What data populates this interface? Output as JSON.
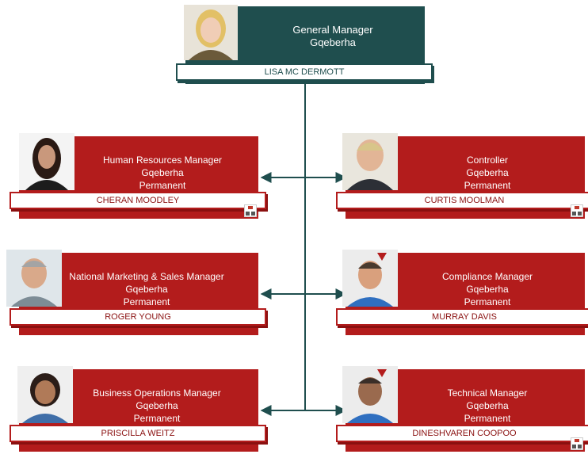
{
  "top": {
    "title": "General Manager",
    "location": "Gqeberha",
    "name": "LISA MC DERMOTT"
  },
  "left": [
    {
      "title": "Human Resources Manager",
      "location": "Gqeberha",
      "status": "Permanent",
      "name": "CHERAN MOODLEY"
    },
    {
      "title": "National Marketing & Sales Manager",
      "location": "Gqeberha",
      "status": "Permanent",
      "name": "ROGER YOUNG"
    },
    {
      "title": "Business Operations Manager",
      "location": "Gqeberha",
      "status": "Permanent",
      "name": "PRISCILLA WEITZ"
    }
  ],
  "right": [
    {
      "title": "Controller",
      "location": "Gqeberha",
      "status": "Permanent",
      "name": "CURTIS MOOLMAN"
    },
    {
      "title": "Compliance Manager",
      "location": "Gqeberha",
      "status": "Permanent",
      "name": "MURRAY DAVIS"
    },
    {
      "title": "Technical Manager",
      "location": "Gqeberha",
      "status": "Permanent",
      "name": "DINESHVAREN COOPOO"
    }
  ],
  "colors": {
    "manager_card": "#1f4e4e",
    "employee_card": "#b31c1c",
    "connector": "#1f4e4e"
  },
  "icons": {
    "badge": "org-expand-icon",
    "photo": "person-photo-icon"
  }
}
